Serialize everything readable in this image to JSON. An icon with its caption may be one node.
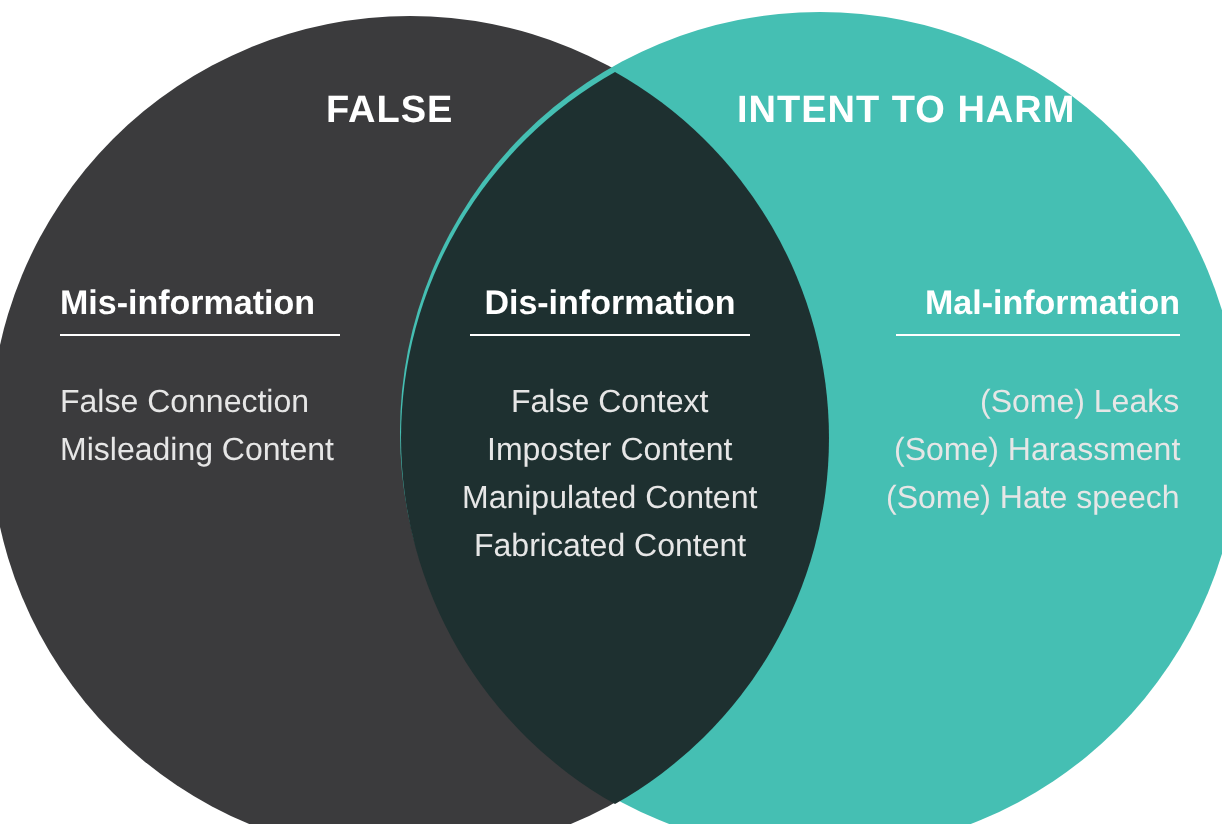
{
  "diagram": {
    "nodes": [
      {
        "text": [
          "FALSE",
          "Mis-information",
          "False Connection",
          "Misleading Content"
        ]
      },
      {
        "text": [
          "INTENT TO HARM",
          "Mal-information",
          "(Some) Leaks",
          "(Some) Harassment",
          "(Some) Hate speech"
        ]
      },
      {
        "text": [
          "Dis-information",
          "False Context",
          "Imposter Content",
          "Manipulated Content",
          "Fabricated Content"
        ]
      }
    ]
  }
}
